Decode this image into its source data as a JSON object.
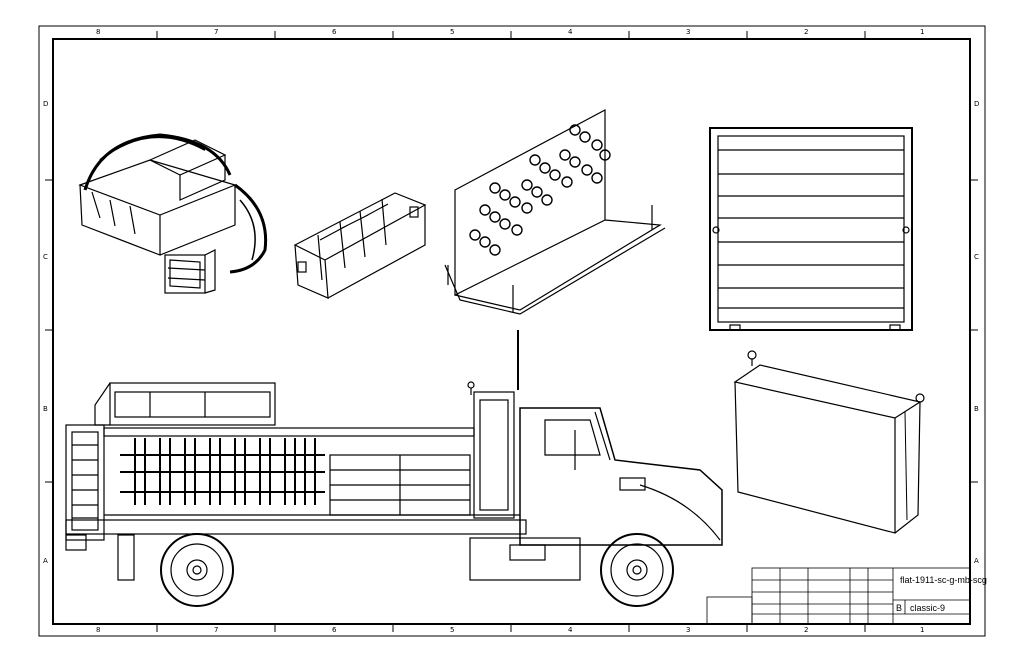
{
  "sheet": {
    "zones_top": [
      "8",
      "7",
      "6",
      "5",
      "4",
      "3",
      "2",
      "1"
    ],
    "zones_bottom": [
      "8",
      "7",
      "6",
      "5",
      "4",
      "3",
      "2",
      "1"
    ],
    "rows_left": [
      "D",
      "C",
      "B",
      "A"
    ],
    "rows_right": [
      "D",
      "C",
      "B",
      "A"
    ]
  },
  "title_block": {
    "drawing_number": "flat-1911-sc-g-mb-scg",
    "size": "B",
    "subtitle": "classic-9"
  },
  "views": [
    "storage-compartment-iso",
    "partitioned-box-iso",
    "cone-rack-panel-iso",
    "roll-up-door-front",
    "toolbox-iso",
    "truck-side-elevation"
  ]
}
